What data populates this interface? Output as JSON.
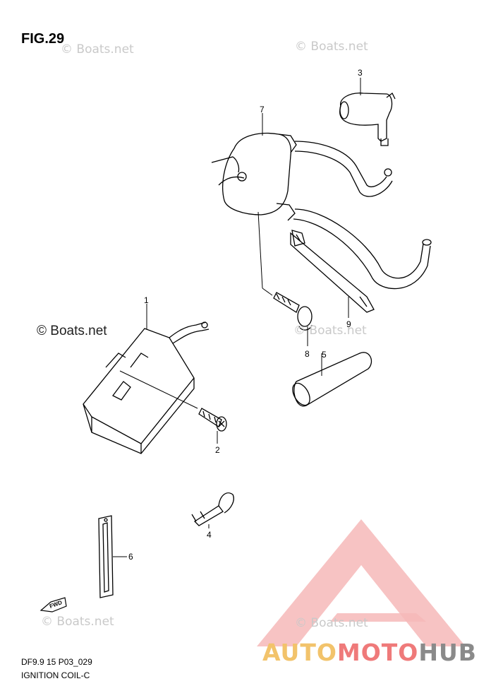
{
  "figure": {
    "title": "FIG.29"
  },
  "watermarks": [
    "© Boats.net",
    "© Boats.net",
    "© Boats.net",
    "© Boats.net",
    "© Boats.net",
    "© Boats.net"
  ],
  "callouts": {
    "p1": "1",
    "p2": "2",
    "p3": "3",
    "p4": "4",
    "p5": "5",
    "p6": "6",
    "p7": "7",
    "p8": "8",
    "p9": "9"
  },
  "fwd_marker": "FWD",
  "footer": {
    "code": "DF9.9 15 P03_029",
    "name": "IGNITION COIL-C"
  },
  "logo": {
    "part1": "AUTO",
    "part2": "MOTO",
    "part3": "HUB",
    "colors": {
      "auto": "#f2c36b",
      "moto": "#ef7a7a",
      "hub": "#8a8a8a",
      "triangle": "#f6b3b3"
    }
  }
}
